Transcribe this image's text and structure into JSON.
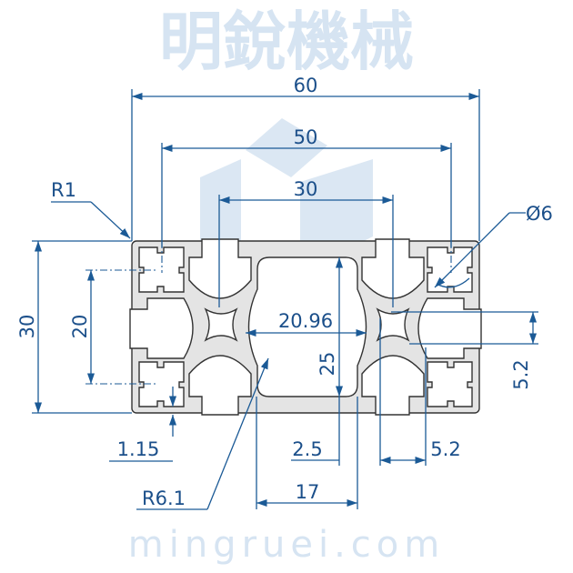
{
  "watermark": {
    "company": "明銳機械",
    "url": "mingruei.com"
  },
  "dimensions": {
    "overall_width": "60",
    "slot_pitch": "50",
    "inner_width": "30",
    "corner_radius": "R1",
    "hole_diameter": "Ø6",
    "overall_height": "30",
    "slot_pitch_vertical": "20",
    "hollow_width": "20.96",
    "hollow_height": "25",
    "slot_width_side": "5.2",
    "slot_width_bottom": "5.2",
    "lip_thickness": "1.15",
    "wall_thickness": "2.5",
    "arc_radius": "R6.1",
    "center_width": "17"
  },
  "colors": {
    "dimension": "#1b4f8a",
    "profile": "#e4e4e4",
    "watermark": "#d6e4f2"
  }
}
